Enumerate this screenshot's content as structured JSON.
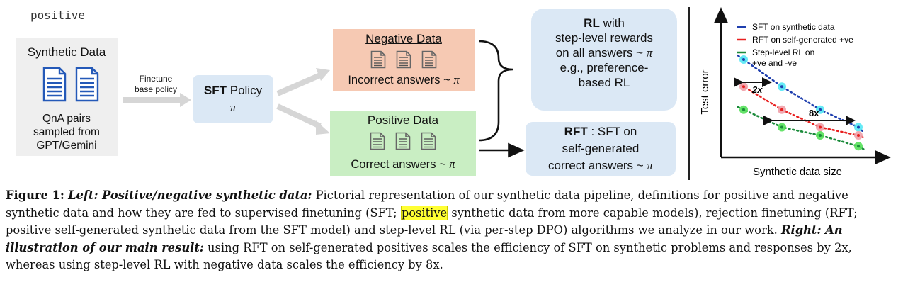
{
  "top_tag": "positive",
  "synthetic": {
    "title": "Synthetic Data",
    "desc_lines": [
      "QnA pairs",
      "sampled from",
      "GPT/Gemini"
    ]
  },
  "finetune_label_lines": [
    "Finetune",
    "base policy"
  ],
  "sft_policy": {
    "bold": "SFT",
    "rest": " Policy",
    "pi": "π"
  },
  "negative": {
    "title": "Negative Data",
    "foot": "Incorrect answers ~ ",
    "pi": "π"
  },
  "positive": {
    "title": "Positive Data",
    "foot": "Correct answers ~ ",
    "pi": "π"
  },
  "rl_box": {
    "bold": "RL",
    "l1": " with",
    "l2": "step-level rewards",
    "l3": "on all answers ~ ",
    "pi": "π",
    "l4": "e.g., preference-",
    "l5": "based RL"
  },
  "rft_box": {
    "bold": "RFT",
    "l1": " : SFT on",
    "l2": "self-generated",
    "l3": "correct answers ~ ",
    "pi": "π"
  },
  "chart": {
    "ylabel": "Test error",
    "xlabel": "Synthetic data size",
    "legend": [
      {
        "label": "SFT on synthetic data",
        "color": "#1f3fae"
      },
      {
        "label": "RFT on self-generated +ve",
        "color": "#e82020"
      },
      {
        "label": "Step-level RL on",
        "label2": "+ve and -ve",
        "color": "#1a8a3a"
      }
    ],
    "ann_2x": "2x",
    "ann_8x": "8x"
  },
  "chart_data": {
    "type": "line",
    "xlabel": "Synthetic data size",
    "ylabel": "Test error",
    "series": [
      {
        "name": "SFT on synthetic data",
        "color": "#1f3fae",
        "marker_color": "#55e8f5",
        "points": [
          [
            1,
            8.0
          ],
          [
            2,
            6.0
          ],
          [
            4,
            4.3
          ],
          [
            8,
            3.0
          ]
        ]
      },
      {
        "name": "RFT on self-generated +ve",
        "color": "#e82020",
        "marker_color": "#f0a0a8",
        "points": [
          [
            1,
            6.0
          ],
          [
            2,
            4.3
          ],
          [
            4,
            3.0
          ],
          [
            8,
            2.4
          ]
        ]
      },
      {
        "name": "Step-level RL on +ve and -ve",
        "color": "#1a8a3a",
        "marker_color": "#55e05a",
        "points": [
          [
            1,
            4.3
          ],
          [
            2,
            3.0
          ],
          [
            4,
            2.4
          ],
          [
            8,
            1.6
          ]
        ]
      }
    ],
    "annotations": [
      {
        "text": "2x"
      },
      {
        "text": "8x"
      }
    ]
  },
  "caption": {
    "fig": "Figure 1:",
    "left_lab": "Left: Positive/negative synthetic data:",
    "t1": " Pictorial representation of our synthetic data pipeline, definitions for positive and negative synthetic data and how they are fed to supervised finetuning (SFT; ",
    "hl": "positive",
    "t2": " synthetic data from more capable models), rejection finetuning (RFT; positive self-generated synthetic data from the SFT model) and step-level RL (via per-step DPO) algorithms we analyze in our work. ",
    "right_lab": "Right: An illustration of our main result:",
    "t3": " using RFT on self-generated positives scales the efficiency of SFT on synthetic problems and responses by 2x, whereas using step-level RL with negative data scales the efficiency by 8x."
  }
}
